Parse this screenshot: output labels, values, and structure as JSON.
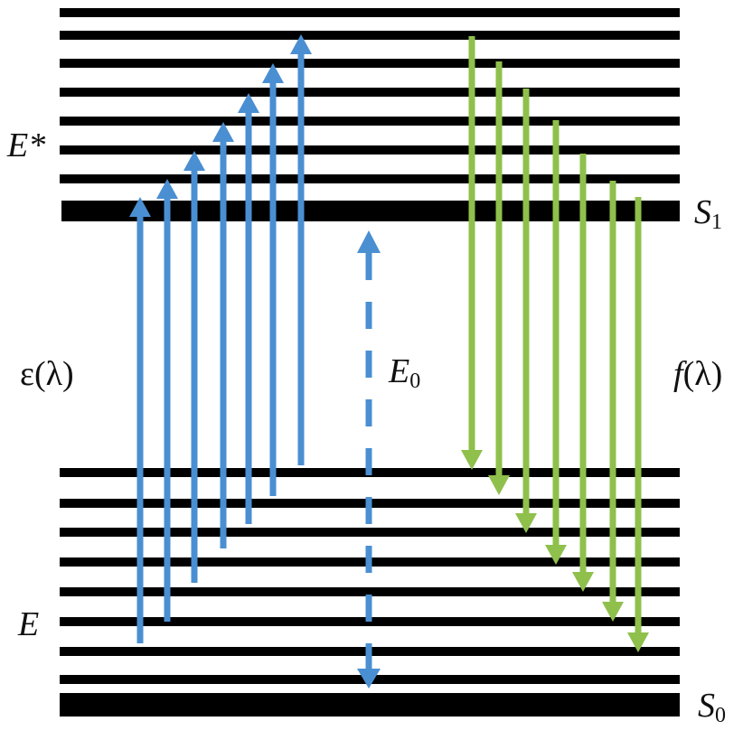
{
  "labels": {
    "excited_energy": "E*",
    "s1": "S",
    "s1_sub": "1",
    "absorption": "ε(λ)",
    "e0": "E",
    "e0_sub": "0",
    "emission_f": "f",
    "emission_arg": "(λ)",
    "ground_energy": "E",
    "s0": "S",
    "s0_sub": "0"
  },
  "colors": {
    "absorption": "#4a8fd2",
    "emission": "#8fc04c",
    "levels": "#000000"
  }
}
